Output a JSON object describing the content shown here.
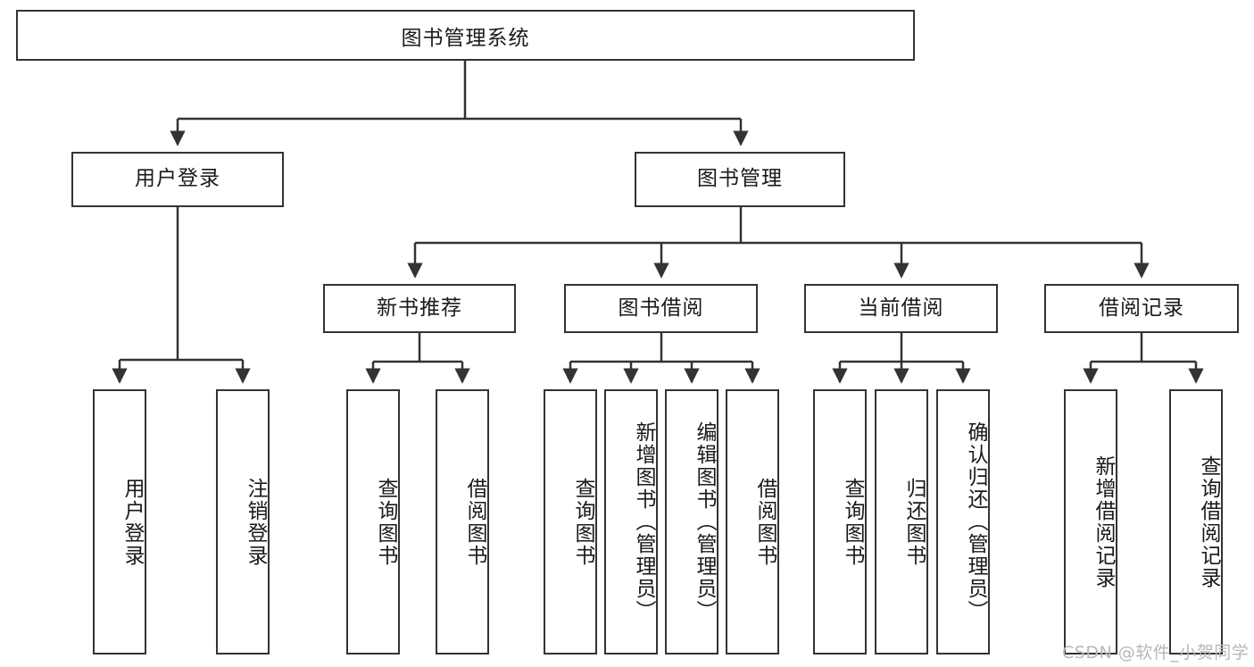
{
  "diagram": {
    "title": "图书管理系统",
    "type": "tree",
    "watermark": "CSDN @软件_小贺同学",
    "colors": {
      "box_border": "#333333",
      "box_fill": "#ffffff",
      "connector": "#333333",
      "text": "#1a1a1a",
      "watermark": "#b8b8b8"
    },
    "root": {
      "label": "图书管理系统",
      "level": 0
    },
    "level2": [
      {
        "label": "用户登录"
      },
      {
        "label": "图书管理"
      }
    ],
    "level3": [
      {
        "label": "新书推荐",
        "parent": "图书管理"
      },
      {
        "label": "图书借阅",
        "parent": "图书管理"
      },
      {
        "label": "当前借阅",
        "parent": "图书管理"
      },
      {
        "label": "借阅记录",
        "parent": "图书管理"
      }
    ],
    "leaves": {
      "user_login": [
        {
          "label": "用户登录"
        },
        {
          "label": "注销登录"
        }
      ],
      "new_book": [
        {
          "label": "查询图书"
        },
        {
          "label": "借阅图书"
        }
      ],
      "book_borrow": [
        {
          "label": "查询图书"
        },
        {
          "label": "新增图书（管理员）"
        },
        {
          "label": "编辑图书（管理员）"
        },
        {
          "label": "借阅图书"
        }
      ],
      "current_borrow": [
        {
          "label": "查询图书"
        },
        {
          "label": "归还图书"
        },
        {
          "label": "确认归还（管理员）"
        }
      ],
      "borrow_record": [
        {
          "label": "新增借阅记录"
        },
        {
          "label": "查询借阅记录"
        }
      ]
    }
  }
}
